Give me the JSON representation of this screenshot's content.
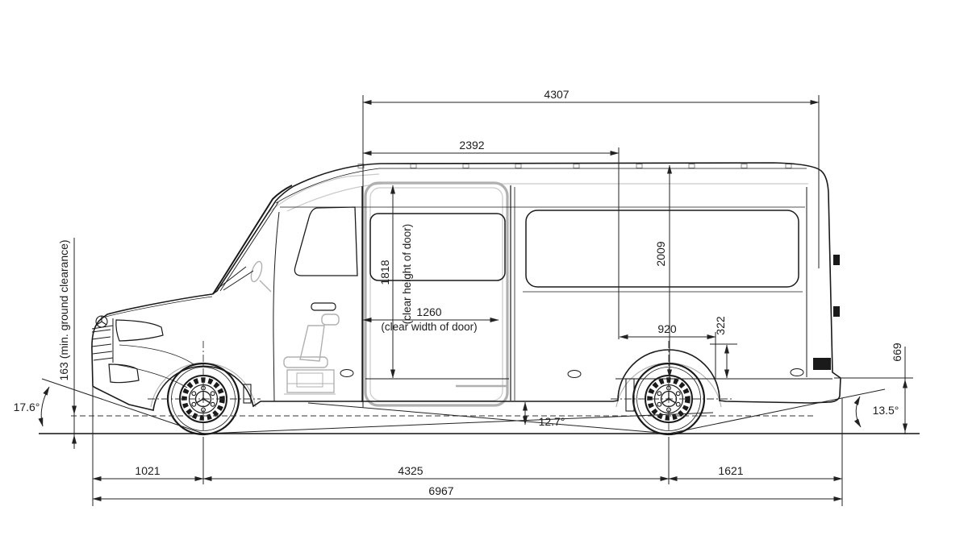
{
  "drawing": {
    "dims": {
      "roof_length": "4307",
      "body_side": "2392",
      "door_height": "1818",
      "door_height_note": "(clear height of door)",
      "door_width": "1260",
      "door_width_note": "(clear width of door)",
      "interior_height": "2009",
      "rear_panel": "920",
      "rear_step": "322",
      "rear_sill": "669",
      "ground_clearance": "163  (min. ground clearance)",
      "approach_angle": "17.6°",
      "breakover_angle": "12.7°",
      "departure_angle": "13.5°",
      "front_overhang": "1021",
      "wheelbase": "4325",
      "rear_overhang": "1621",
      "overall_length": "6967"
    }
  }
}
